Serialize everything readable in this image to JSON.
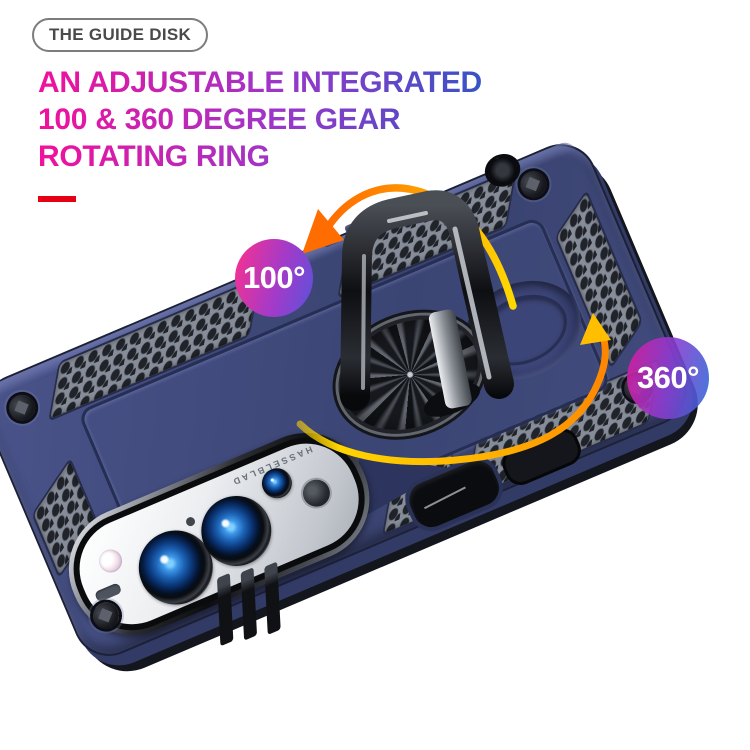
{
  "header": {
    "pill_label": "THE GUIDE DISK",
    "headline_lines": [
      "AN ADJUSTABLE INTEGRATED",
      "100 & 360 DEGREE GEAR",
      "ROTATING RING"
    ]
  },
  "callouts": {
    "badge_100_label": "100°",
    "badge_360_label": "360°"
  },
  "product": {
    "camera_brand_text": "HASSELBLAD"
  },
  "colors": {
    "pink": "#f2109b",
    "mid_purple": "#9c36c9",
    "blue": "#2d56c5",
    "red": "#e60013",
    "badge_pink": "#f43193",
    "badge_blue": "#5a52dc",
    "arrow_yellow": "#ffd800",
    "arrow_orange": "#ff6d00",
    "case_navy": "#3e4877"
  }
}
